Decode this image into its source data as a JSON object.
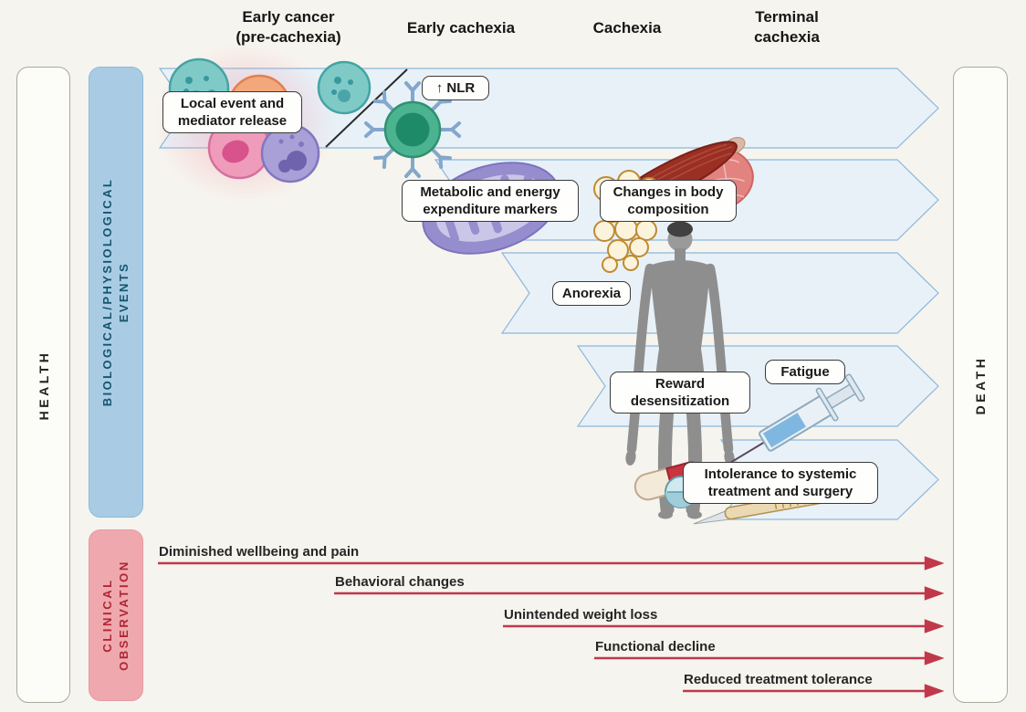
{
  "stages": [
    {
      "line1": "Early cancer",
      "line2": "(pre-cachexia)"
    },
    {
      "line1": "Early cachexia",
      "line2": ""
    },
    {
      "line1": "Cachexia",
      "line2": ""
    },
    {
      "line1": "Terminal",
      "line2": "cachexia"
    }
  ],
  "endpoints": {
    "left": "HEALTH",
    "right": "DEATH"
  },
  "tracks": {
    "biological": {
      "line1": "BIOLOGICAL/PHYSIOLOGICAL",
      "line2": "EVENTS"
    },
    "clinical": {
      "line1": "CLINICAL",
      "line2": "OBSERVATION"
    }
  },
  "event_labels": {
    "local_event": {
      "line1": "Local event and",
      "line2": "mediator release"
    },
    "nlr": {
      "text": "↑ NLR"
    },
    "metabolic": {
      "line1": "Metabolic and energy",
      "line2": "expenditure markers"
    },
    "body_composition": {
      "line1": "Changes in body",
      "line2": "composition"
    },
    "anorexia": {
      "text": "Anorexia"
    },
    "reward": {
      "line1": "Reward",
      "line2": "desensitization"
    },
    "fatigue": {
      "text": "Fatigue"
    },
    "intolerance": {
      "line1": "Intolerance to systemic",
      "line2": "treatment and surgery"
    }
  },
  "clinical_observations": [
    {
      "label": "Diminished wellbeing and pain"
    },
    {
      "label": "Behavioral changes"
    },
    {
      "label": "Unintended weight loss"
    },
    {
      "label": "Functional decline"
    },
    {
      "label": "Reduced treatment tolerance"
    }
  ],
  "illustrations": [
    "immune-cell-cluster",
    "lymphocyte-receptor-cell",
    "mitochondrion",
    "muscle-tissue",
    "fat-cell-cluster",
    "adipose-tissue",
    "emaciated-body-figure",
    "syringe",
    "capsule-pill",
    "round-pill",
    "scalpel"
  ],
  "colors": {
    "background": "#f6f4ee",
    "band_fill": "#e8f1f8",
    "band_stroke": "#8cb8dc",
    "arrow_red": "#c0384a",
    "track_blue": "#a9cce4",
    "track_blue_text": "#14566e",
    "track_pink": "#efa8ae",
    "track_pink_text": "#ae2731"
  }
}
